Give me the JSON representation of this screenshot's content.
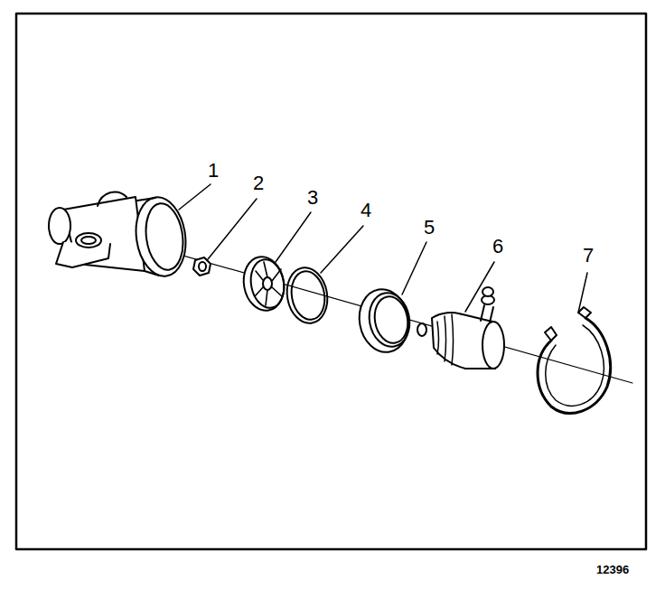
{
  "diagram": {
    "labels": [
      "1",
      "2",
      "3",
      "4",
      "5",
      "6",
      "7",
      "12396"
    ]
  }
}
